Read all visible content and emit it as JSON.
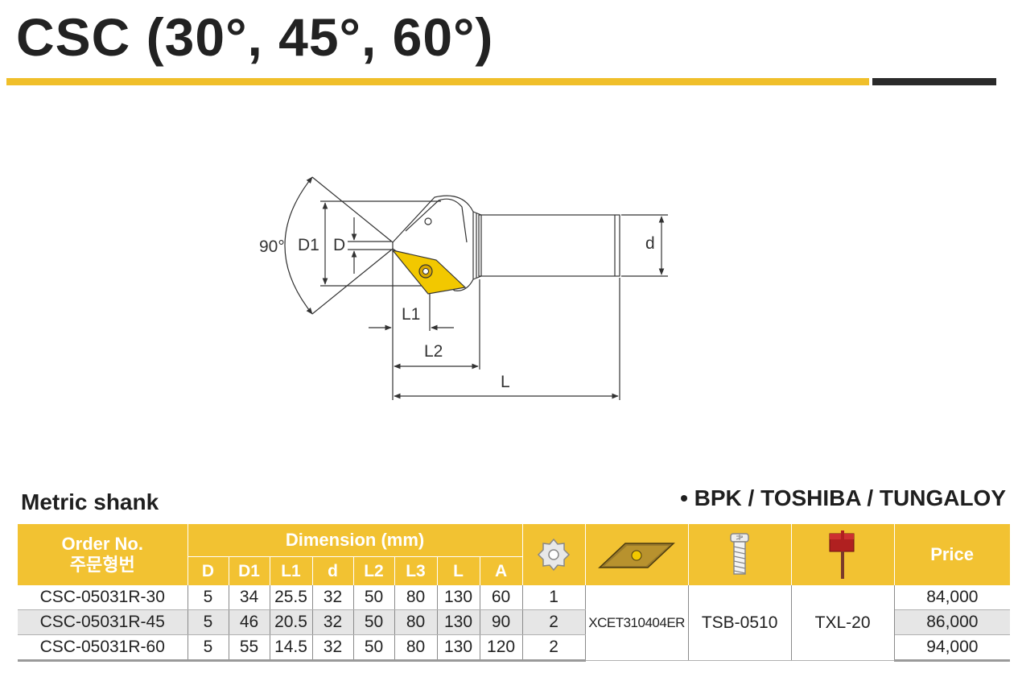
{
  "title": "CSC (30°, 45°, 60°)",
  "drawing": {
    "angle_label": "90°",
    "labels": {
      "D1": "D1",
      "D": "D",
      "d": "d",
      "L1": "L1",
      "L2": "L2",
      "L": "L"
    }
  },
  "section_title": "Metric shank",
  "brands": "• BPK / TOSHIBA / TUNGALOY",
  "colors": {
    "accent": "#f2c232",
    "dark_bar": "#2a2a2a",
    "insert": "#f2c800",
    "row_shade": "#e6e6e6"
  },
  "table": {
    "header": {
      "order_no": "Order  No.",
      "order_no_kr": "주문형번",
      "dimension": "Dimension (mm)",
      "dim_columns": [
        "D",
        "D1",
        "L1",
        "d",
        "L2",
        "L3",
        "L",
        "A"
      ],
      "price": "Price",
      "icons": [
        "flutes-icon",
        "insert-icon",
        "screw-icon",
        "wrench-icon"
      ]
    },
    "rows": [
      {
        "order": "CSC-05031R-30",
        "D": "5",
        "D1": "34",
        "L1": "25.5",
        "d": "32",
        "L2": "50",
        "L3": "80",
        "L": "130",
        "A": "60",
        "flutes": "1",
        "price": "84,000"
      },
      {
        "order": "CSC-05031R-45",
        "D": "5",
        "D1": "46",
        "L1": "20.5",
        "d": "32",
        "L2": "50",
        "L3": "80",
        "L": "130",
        "A": "90",
        "flutes": "2",
        "price": "86,000"
      },
      {
        "order": "CSC-05031R-60",
        "D": "5",
        "D1": "55",
        "L1": "14.5",
        "d": "32",
        "L2": "50",
        "L3": "80",
        "L": "130",
        "A": "120",
        "flutes": "2",
        "price": "94,000"
      }
    ],
    "insert": "XCET310404ER",
    "screw": "TSB-0510",
    "wrench": "TXL-20"
  }
}
